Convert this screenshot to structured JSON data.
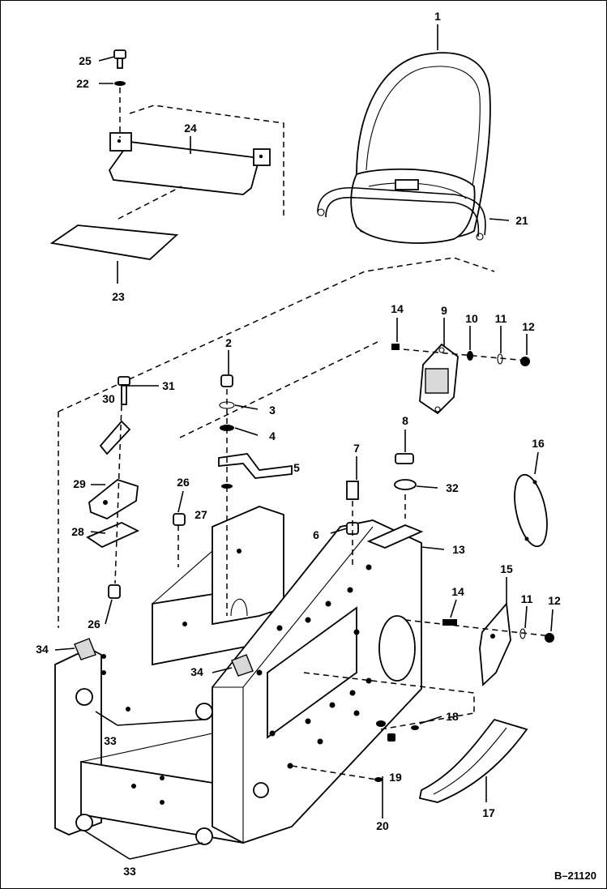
{
  "diagram": {
    "reference_code": "B–21120",
    "callouts": [
      {
        "id": "c1",
        "text": "1"
      },
      {
        "id": "c2",
        "text": "2"
      },
      {
        "id": "c3",
        "text": "3"
      },
      {
        "id": "c4",
        "text": "4"
      },
      {
        "id": "c5",
        "text": "5"
      },
      {
        "id": "c6",
        "text": "6"
      },
      {
        "id": "c7",
        "text": "7"
      },
      {
        "id": "c8",
        "text": "8"
      },
      {
        "id": "c9",
        "text": "9"
      },
      {
        "id": "c10",
        "text": "10"
      },
      {
        "id": "c11a",
        "text": "11"
      },
      {
        "id": "c11b",
        "text": "11"
      },
      {
        "id": "c12a",
        "text": "12"
      },
      {
        "id": "c12b",
        "text": "12"
      },
      {
        "id": "c13",
        "text": "13"
      },
      {
        "id": "c14a",
        "text": "14"
      },
      {
        "id": "c14b",
        "text": "14"
      },
      {
        "id": "c15",
        "text": "15"
      },
      {
        "id": "c16",
        "text": "16"
      },
      {
        "id": "c17",
        "text": "17"
      },
      {
        "id": "c18",
        "text": "18"
      },
      {
        "id": "c19",
        "text": "19"
      },
      {
        "id": "c20",
        "text": "20"
      },
      {
        "id": "c21",
        "text": "21"
      },
      {
        "id": "c22",
        "text": "22"
      },
      {
        "id": "c23",
        "text": "23"
      },
      {
        "id": "c24",
        "text": "24"
      },
      {
        "id": "c25",
        "text": "25"
      },
      {
        "id": "c26a",
        "text": "26"
      },
      {
        "id": "c26b",
        "text": "26"
      },
      {
        "id": "c27",
        "text": "27"
      },
      {
        "id": "c28",
        "text": "28"
      },
      {
        "id": "c29",
        "text": "29"
      },
      {
        "id": "c30",
        "text": "30"
      },
      {
        "id": "c31",
        "text": "31"
      },
      {
        "id": "c32",
        "text": "32"
      },
      {
        "id": "c33a",
        "text": "33"
      },
      {
        "id": "c33b",
        "text": "33"
      },
      {
        "id": "c34a",
        "text": "34"
      },
      {
        "id": "c34b",
        "text": "34"
      }
    ]
  }
}
